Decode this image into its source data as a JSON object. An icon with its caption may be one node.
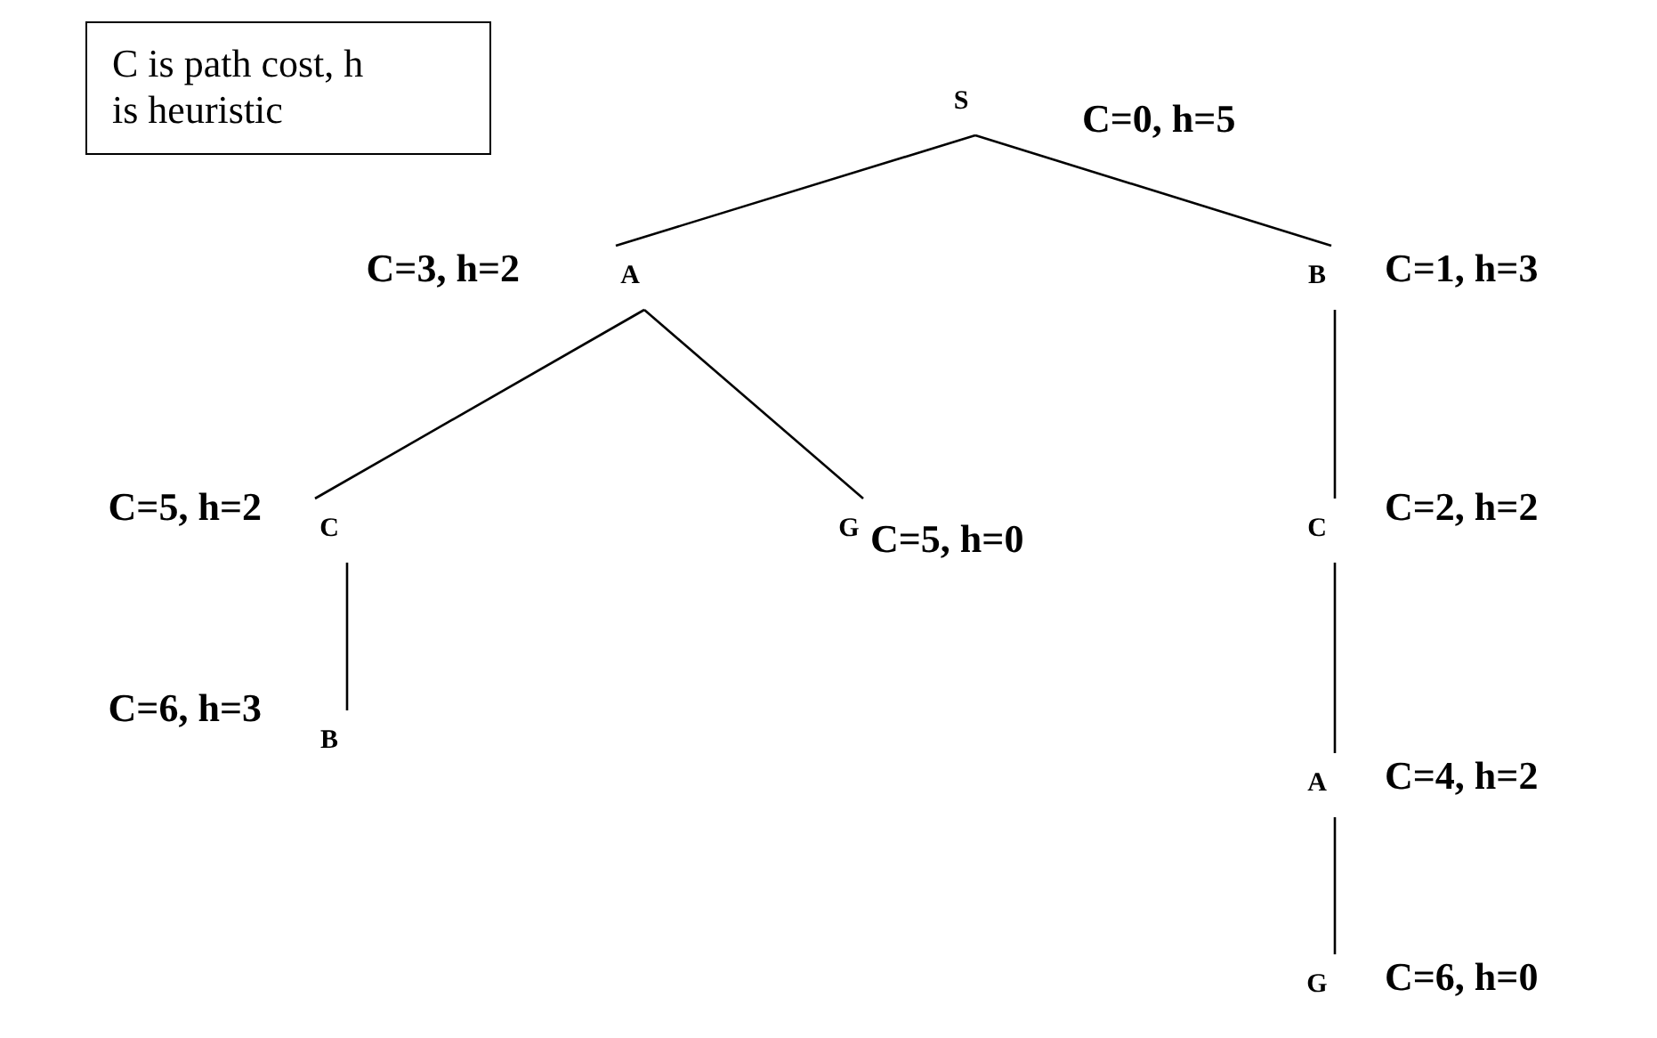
{
  "diagram": {
    "nodes": [
      {
        "text": [
          "C is path cost, h is heuristic"
        ]
      },
      {
        "text": [
          "S"
        ],
        "beside": [
          "C=0, h=5"
        ]
      },
      {
        "text": [
          "A"
        ],
        "beside": [
          "C=3, h=2"
        ]
      },
      {
        "text": [
          "B"
        ],
        "beside": [
          "C=1, h=3"
        ]
      },
      {
        "text": [
          "C"
        ],
        "beside": [
          "C=5, h=2"
        ]
      },
      {
        "text": [
          "G"
        ],
        "beside": [
          "C=5, h=0"
        ]
      },
      {
        "text": [
          "C"
        ],
        "beside": [
          "C=2, h=2"
        ]
      },
      {
        "text": [
          "B"
        ],
        "beside": [
          "C=6, h=3"
        ]
      },
      {
        "text": [
          "A"
        ],
        "beside": [
          "C=4, h=2"
        ]
      },
      {
        "text": [
          "G"
        ],
        "beside": [
          "C=6, h=0"
        ]
      }
    ],
    "edges": [
      {
        "from": 1,
        "to": 2,
        "arrow": "none"
      },
      {
        "from": 1,
        "to": 3,
        "arrow": "none"
      },
      {
        "from": 2,
        "to": 4,
        "arrow": "none"
      },
      {
        "from": 2,
        "to": 5,
        "arrow": "none"
      },
      {
        "from": 3,
        "to": 6,
        "arrow": "none"
      },
      {
        "from": 4,
        "to": 7,
        "arrow": "none"
      },
      {
        "from": 6,
        "to": 8,
        "arrow": "none"
      },
      {
        "from": 8,
        "to": 9,
        "arrow": "none"
      }
    ]
  }
}
